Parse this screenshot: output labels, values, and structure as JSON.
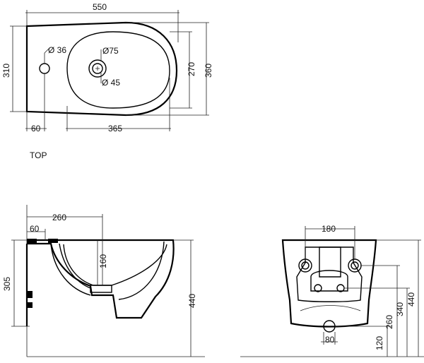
{
  "top_view": {
    "label": "TOP",
    "dims": {
      "width": "550",
      "height_left": "310",
      "d_small_hole": "Ø 36",
      "d_large_outer": "Ø75",
      "d_large_inner": "Ø 45",
      "bowl_height": "270",
      "total_depth": "360",
      "offset_60": "60",
      "bowl_length": "365"
    }
  },
  "side_view": {
    "dims": {
      "d260": "260",
      "d60": "60",
      "d160": "160",
      "d305": "305",
      "d440": "440"
    }
  },
  "rear_view": {
    "dims": {
      "d180": "180",
      "d80": "80",
      "d120": "120",
      "d260": "260",
      "d340": "340",
      "d440": "440"
    }
  }
}
